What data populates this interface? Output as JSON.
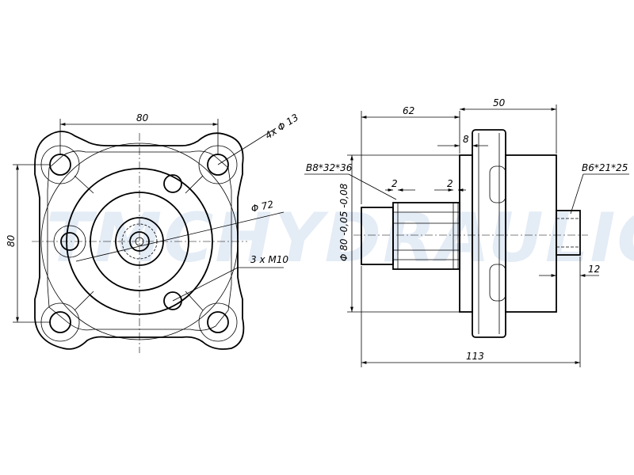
{
  "drawing": {
    "watermark": "TMCHYDRAULIC",
    "front_view": {
      "dim_width": "80",
      "dim_height": "80",
      "hole_callout": "4x Φ 13",
      "pilot_callout": "Φ 72",
      "thread_callout": "3 x M10"
    },
    "side_view": {
      "dim_shaft_length": "62",
      "dim_flange_body": "50",
      "dim_flange_thickness": "8",
      "dim_overall_length": "113",
      "dim_right_shaft": "12",
      "spline_left": "B8*32*36",
      "spline_right": "B6*21*25",
      "dim_gap_a": "2",
      "dim_gap_b": "2",
      "diameter_callout": "Φ 80 -0,05 -0,08"
    }
  }
}
